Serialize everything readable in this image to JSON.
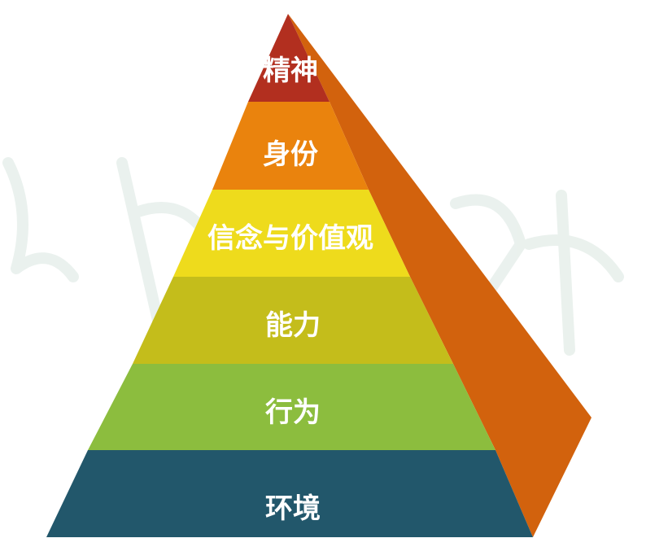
{
  "levels": [
    {
      "label": "精神",
      "color": "#b22f1f"
    },
    {
      "label": "身份",
      "color": "#ea830d"
    },
    {
      "label": "信念与价值观",
      "color": "#eedb1c"
    },
    {
      "label": "能力",
      "color": "#c4bd1b"
    },
    {
      "label": "行为",
      "color": "#8cbd3e"
    },
    {
      "label": "环境",
      "color": "#22576b"
    }
  ],
  "side_face_color": "#d2620d",
  "watermark": "原风流动"
}
